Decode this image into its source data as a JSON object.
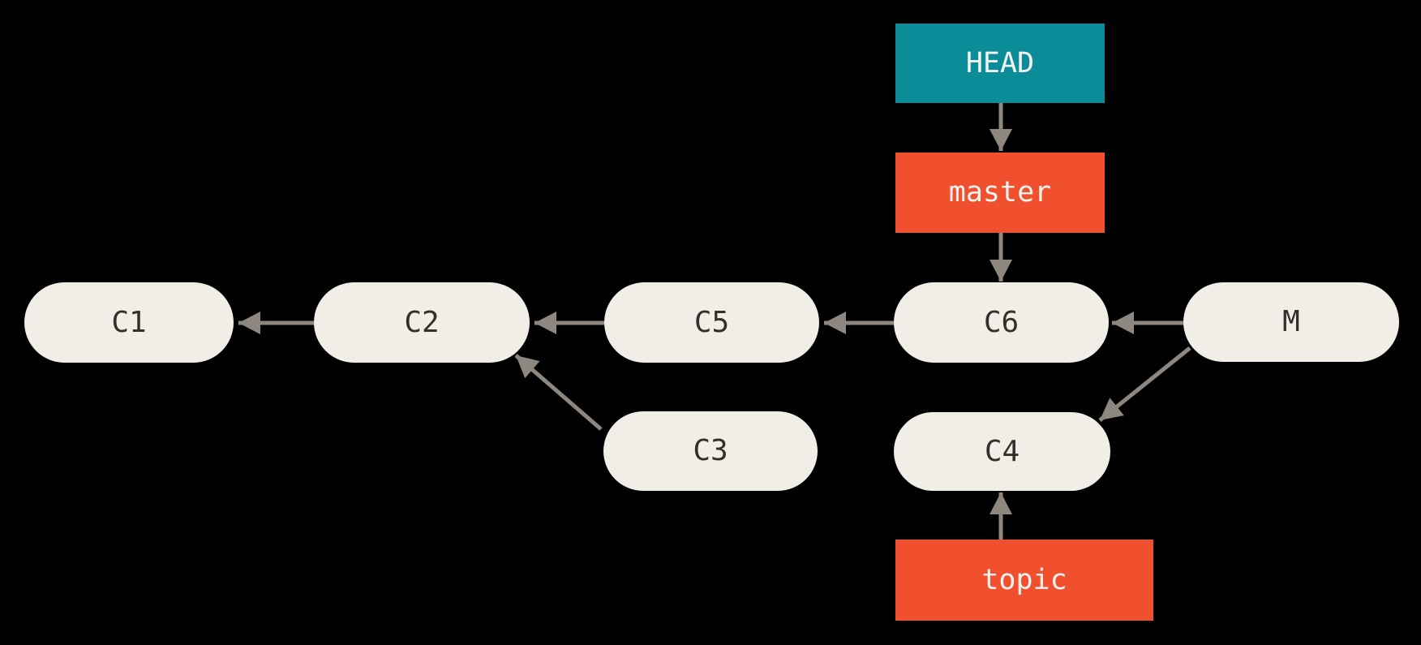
{
  "colors": {
    "background": "#000000",
    "head_box": "#0a8c99",
    "branch_box": "#f1502f",
    "commit_pill": "#f0eee6",
    "commit_text": "#332f2b",
    "box_text": "#f3f2ee",
    "arrow": "#8e8780"
  },
  "refs": {
    "head": {
      "label": "HEAD"
    },
    "master": {
      "label": "master"
    },
    "topic": {
      "label": "topic"
    }
  },
  "commits": {
    "c1": {
      "label": "C1"
    },
    "c2": {
      "label": "C2"
    },
    "c3": {
      "label": "C3"
    },
    "c4": {
      "label": "C4"
    },
    "c5": {
      "label": "C5"
    },
    "c6": {
      "label": "C6"
    },
    "m": {
      "label": "M"
    }
  },
  "edges": [
    {
      "from": "HEAD",
      "to": "master"
    },
    {
      "from": "master",
      "to": "C6"
    },
    {
      "from": "C2",
      "to": "C1"
    },
    {
      "from": "C5",
      "to": "C2"
    },
    {
      "from": "C6",
      "to": "C5"
    },
    {
      "from": "M",
      "to": "C6"
    },
    {
      "from": "C3",
      "to": "C2"
    },
    {
      "from": "M",
      "to": "C4"
    },
    {
      "from": "topic",
      "to": "C4"
    }
  ]
}
